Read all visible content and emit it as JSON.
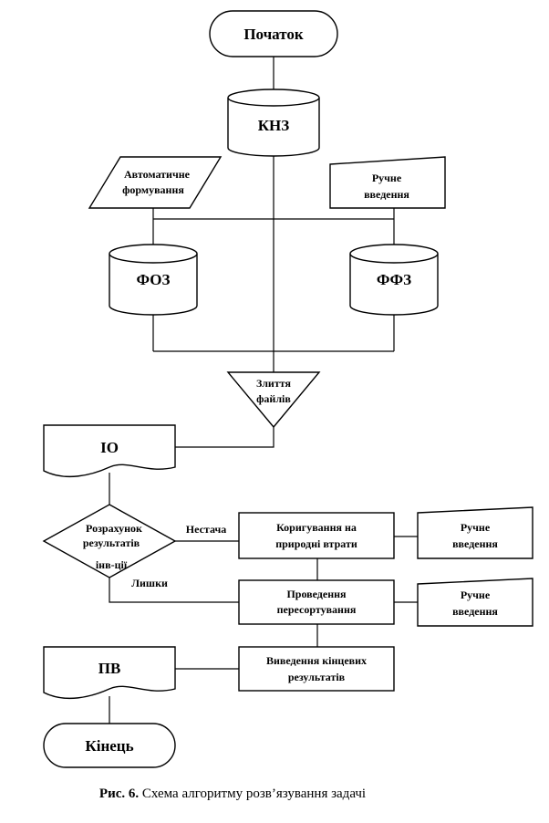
{
  "nodes": {
    "start": "Початок",
    "knz": "КНЗ",
    "auto_form_1": "Автоматичне",
    "auto_form_2": "формування",
    "manual_top_1": "Ручне",
    "manual_top_2": "введення",
    "foz": "ФОЗ",
    "ffz": "ФФЗ",
    "merge_1": "Злиття",
    "merge_2": "файлів",
    "io": "ІО",
    "calc_1": "Розрахунок",
    "calc_2": "результатів",
    "calc_3": "інв-ції",
    "correct_1": "Коригування на",
    "correct_2": "природні втрати",
    "manual_1_1": "Ручне",
    "manual_1_2": "введення",
    "resort_1": "Проведення",
    "resort_2": "пересортування",
    "manual_2_1": "Ручне",
    "manual_2_2": "введення",
    "output_1": "Виведення кінцевих",
    "output_2": "результатів",
    "pv": "ПВ",
    "end": "Кінець"
  },
  "edges": {
    "shortage": "Нестача",
    "surplus": "Лишки"
  },
  "caption": {
    "label": "Рис. 6.",
    "text": " Схема алгоритму розв’язування задачі"
  }
}
